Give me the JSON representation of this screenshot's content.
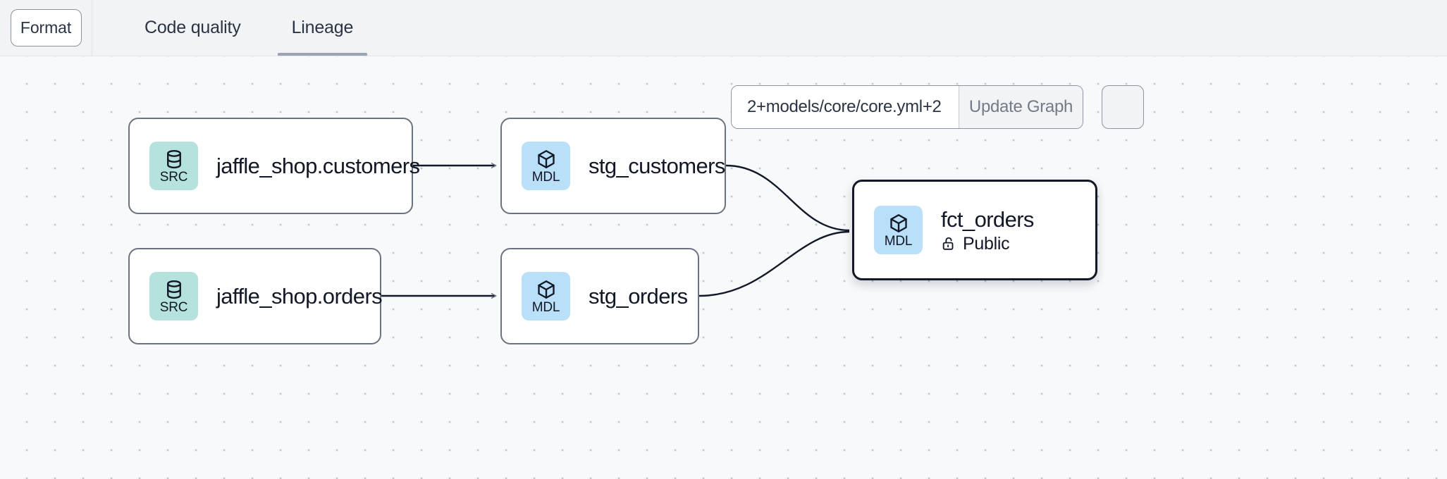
{
  "toolbar": {
    "format_button": "Format",
    "tabs": [
      {
        "label": "Code quality",
        "active": false
      },
      {
        "label": "Lineage",
        "active": true
      }
    ]
  },
  "graph_controls": {
    "selector_value": "2+models/core/core.yml+2",
    "selector_placeholder": "Enter a selector",
    "update_graph_label": "Update Graph"
  },
  "lineage": {
    "nodes": [
      {
        "id": "jaffle_shop_customers",
        "title": "jaffle_shop.customers",
        "badge_text": "SRC",
        "badge_icon": "database-icon",
        "badge_kind": "src",
        "selected": false,
        "meta_text": "",
        "meta_icon": ""
      },
      {
        "id": "stg_customers",
        "title": "stg_customers",
        "badge_text": "MDL",
        "badge_icon": "cube-icon",
        "badge_kind": "mdl",
        "selected": false,
        "meta_text": "",
        "meta_icon": ""
      },
      {
        "id": "jaffle_shop_orders",
        "title": "jaffle_shop.orders",
        "badge_text": "SRC",
        "badge_icon": "database-icon",
        "badge_kind": "src",
        "selected": false,
        "meta_text": "",
        "meta_icon": ""
      },
      {
        "id": "stg_orders",
        "title": "stg_orders",
        "badge_text": "MDL",
        "badge_icon": "cube-icon",
        "badge_kind": "mdl",
        "selected": false,
        "meta_text": "",
        "meta_icon": ""
      },
      {
        "id": "fct_orders",
        "title": "fct_orders",
        "badge_text": "MDL",
        "badge_icon": "cube-icon",
        "badge_kind": "mdl",
        "selected": true,
        "meta_text": "Public",
        "meta_icon": "unlock-icon"
      }
    ],
    "edges": [
      {
        "from": "jaffle_shop_customers",
        "to": "stg_customers"
      },
      {
        "from": "jaffle_shop_orders",
        "to": "stg_orders"
      },
      {
        "from": "stg_customers",
        "to": "fct_orders"
      },
      {
        "from": "stg_orders",
        "to": "fct_orders"
      }
    ]
  },
  "colors": {
    "src_badge": "#b5e2dd",
    "mdl_badge": "#b9e0f8",
    "canvas_bg": "#f7f9fb",
    "toolbar_bg": "#f1f3f5",
    "node_border": "#6b7280",
    "selected_border": "#121826",
    "tab_underline": "#9aa3b0",
    "edge_stroke": "#111827"
  }
}
